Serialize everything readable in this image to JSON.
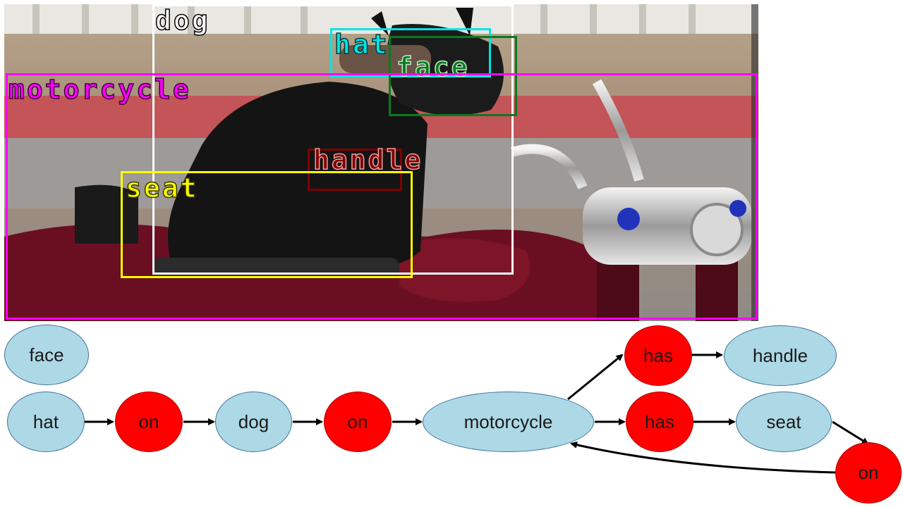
{
  "colors": {
    "object_node": "#add8e6",
    "relation_node": "#ff0000",
    "box_dog": "#ffffff",
    "box_hat": "#00e5e5",
    "box_face": "#0a7a20",
    "box_motorcycle": "#ff00ff",
    "box_handle": "#800000",
    "box_seat": "#ffff00"
  },
  "detections": {
    "dog": "dog",
    "hat": "hat",
    "face": "face",
    "motorcycle": "motorcycle",
    "handle": "handle",
    "seat": "seat"
  },
  "graph": {
    "face": "face",
    "hat": "hat",
    "on_1": "on",
    "dog": "dog",
    "on_2": "on",
    "motorcycle": "motorcycle",
    "has_1": "has",
    "handle": "handle",
    "has_2": "has",
    "seat": "seat",
    "on_3": "on"
  }
}
